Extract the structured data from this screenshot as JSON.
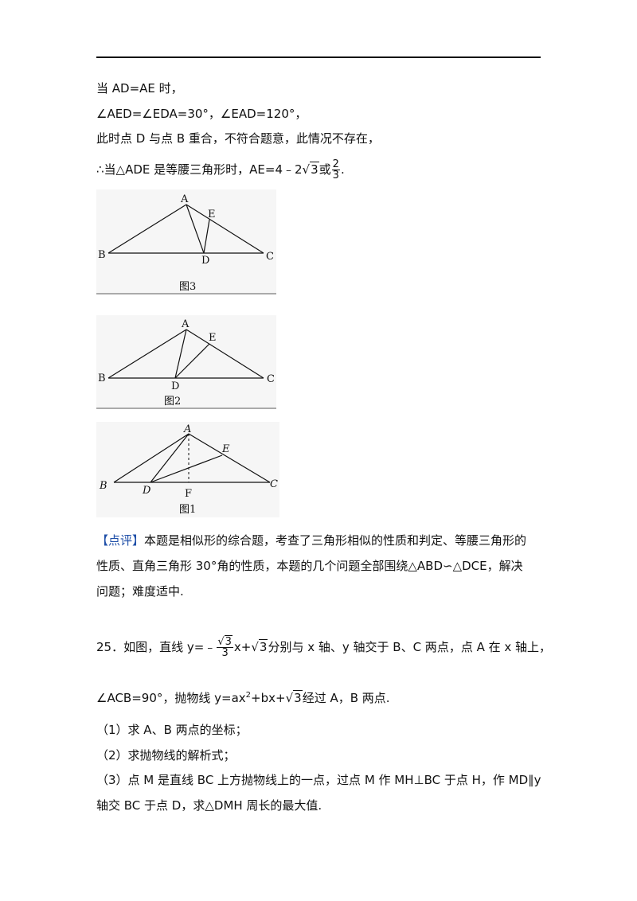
{
  "lines": {
    "l1": "当 AD=AE 时，",
    "l2": "∠AED=∠EDA=30°，∠EAD=120°，",
    "l3": "此时点 D 与点 B 重合，不符合题意，此情况不存在，",
    "l4_prefix": "∴当△ADE 是等腰三角形时，AE=4﹣2",
    "l4_sqrt": "3",
    "l4_mid": "或",
    "l4_num": "2",
    "l4_den": "3",
    "l4_end": "."
  },
  "figures": {
    "fig3": {
      "caption": "图3",
      "labels": {
        "A": "A",
        "B": "B",
        "C": "C",
        "D": "D",
        "E": "E"
      }
    },
    "fig2": {
      "caption": "图2",
      "labels": {
        "A": "A",
        "B": "B",
        "C": "C",
        "D": "D",
        "E": "E"
      }
    },
    "fig1": {
      "caption": "图1",
      "labels": {
        "A": "A",
        "B": "B",
        "C": "C",
        "D": "D",
        "E": "E",
        "F": "F"
      }
    }
  },
  "comment": {
    "tag": "【点评】",
    "line1": "本题是相似形的综合题，考查了三角形相似的性质和判定、等腰三角形的",
    "line2": "性质、直角三角形 30°角的性质，本题的几个问题全部围绕△ABD∽△DCE，解决",
    "line3": "问题；难度适中."
  },
  "problem": {
    "q_prefix": "25．如图，直线 y=﹣",
    "q_sqrt": "3",
    "q_den": "3",
    "q_x": "x+",
    "q_sqrt2": "3",
    "q_rest": "分别与 x 轴、y 轴交于 B、C 两点，点 A 在 x 轴上，",
    "q2_prefix": "∠ACB=90°，抛物线 y=ax",
    "q2_sup": "2",
    "q2_mid": "+bx+",
    "q2_sqrt": "3",
    "q2_rest": "经过 A，B 两点.",
    "p1": "（1）求 A、B 两点的坐标；",
    "p2": "（2）求抛物线的解析式；",
    "p3_line1": "（3）点 M 是直线 BC 上方抛物线上的一点，过点 M 作 MH⊥BC 于点 H，作 MD∥y",
    "p3_line2": "轴交 BC 于点 D，求△DMH 周长的最大值."
  }
}
